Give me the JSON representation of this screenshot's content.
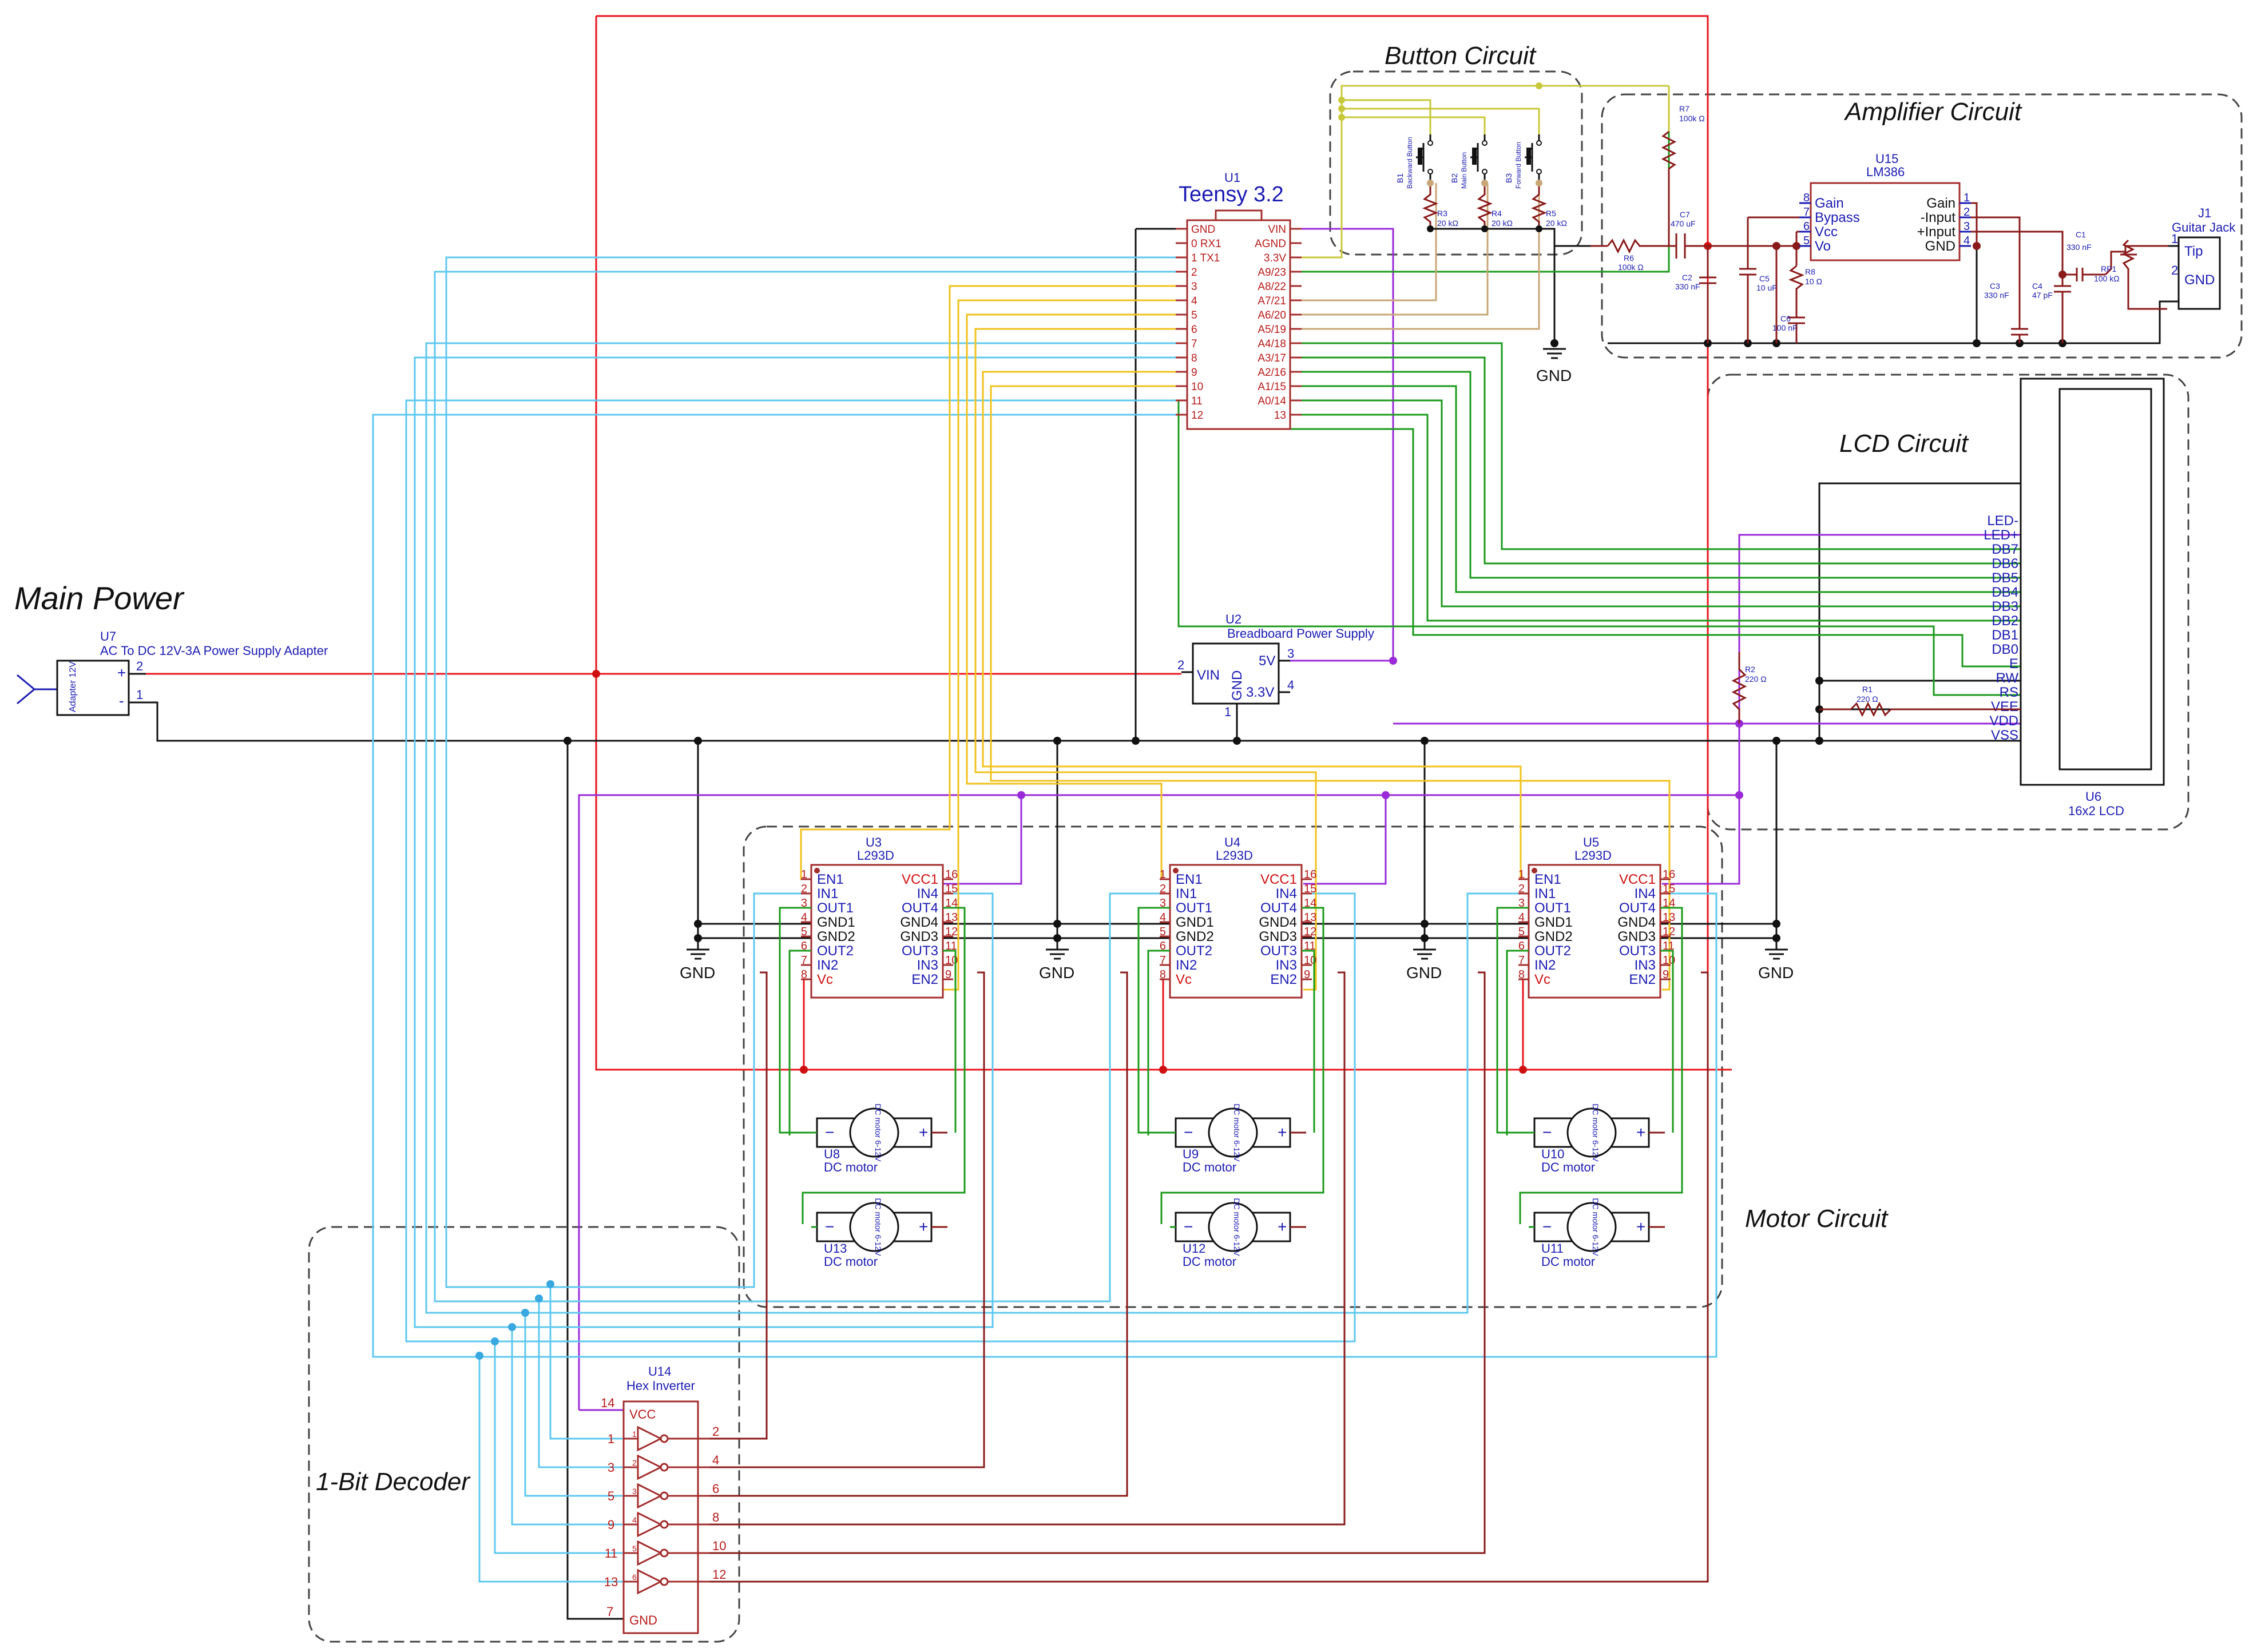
{
  "sections": {
    "main_power": "Main Power",
    "button_circuit": "Button Circuit",
    "amplifier_circuit": "Amplifier Circuit",
    "lcd_circuit": "LCD Circuit",
    "motor_circuit": "Motor Circuit",
    "decoder": "1-Bit Decoder"
  },
  "u7": {
    "ref": "U7",
    "name": "AC To DC 12V-3A Power Supply Adapter",
    "inner": "Adapter 12V",
    "plus": "+",
    "minus": "-",
    "p2": "2",
    "p1": "1"
  },
  "u1": {
    "ref": "U1",
    "name": "Teensy 3.2",
    "left": [
      "GND",
      "0 RX1",
      "1 TX1",
      "2",
      "3",
      "4",
      "5",
      "6",
      "7",
      "8",
      "9",
      "10",
      "11",
      "12"
    ],
    "right": [
      "VIN",
      "AGND",
      "3.3V",
      "A9/23",
      "A8/22",
      "A7/21",
      "A6/20",
      "A5/19",
      "A4/18",
      "A3/17",
      "A2/16",
      "A1/15",
      "A0/14",
      "13"
    ]
  },
  "u2": {
    "ref": "U2",
    "name": "Breadboard Power Supply",
    "vin": "VIN",
    "v5": "5V",
    "v33": "3.3V",
    "gnd": "GND",
    "p1": "1",
    "p2": "2",
    "p3": "3",
    "p4": "4"
  },
  "buttons": [
    {
      "ref": "B1",
      "name": "Backward Button"
    },
    {
      "ref": "B2",
      "name": "Main Button"
    },
    {
      "ref": "B3",
      "name": "Forward Button"
    }
  ],
  "resistors": {
    "r3": [
      "R3",
      "20 kΩ"
    ],
    "r4": [
      "R4",
      "20 kΩ"
    ],
    "r5": [
      "R5",
      "20 kΩ"
    ],
    "r6": [
      "R6",
      "100k Ω"
    ],
    "r7": [
      "R7",
      "100k Ω"
    ],
    "r8": [
      "R8",
      "10 Ω"
    ],
    "r2": [
      "R2",
      "220 Ω"
    ],
    "r1": [
      "R1",
      "220 Ω"
    ],
    "rp1": [
      "RP1",
      "100 kΩ"
    ]
  },
  "caps": {
    "c7": [
      "C7",
      "470 uF"
    ],
    "c2": [
      "C2",
      "330 nF"
    ],
    "c5": [
      "C5",
      "10 uF"
    ],
    "c6": [
      "C6",
      "100 nF"
    ],
    "c3": [
      "C3",
      "330 nF"
    ],
    "c4": [
      "C4",
      "47 pF"
    ],
    "c1": [
      "C1",
      "330 nF"
    ]
  },
  "u15": {
    "ref": "U15",
    "name": "LM386",
    "left": [
      [
        "8",
        "Gain"
      ],
      [
        "7",
        "Bypass"
      ],
      [
        "6",
        "Vcc"
      ],
      [
        "5",
        "Vo"
      ]
    ],
    "right": [
      [
        "1",
        "Gain"
      ],
      [
        "2",
        "-Input"
      ],
      [
        "3",
        "+Input"
      ],
      [
        "4",
        "GND"
      ]
    ]
  },
  "j1": {
    "ref": "J1",
    "name": "Guitar Jack",
    "tip": "Tip",
    "gnd": "GND",
    "p1": "1",
    "p2": "2"
  },
  "u6": {
    "ref": "U6",
    "name": "16x2 LCD",
    "pins": [
      "LED-",
      "LED+",
      "DB7",
      "DB6",
      "DB5",
      "DB4",
      "DB3",
      "DB2",
      "DB1",
      "DB0",
      "E",
      "RW",
      "RS",
      "VEE",
      "VDD",
      "VSS"
    ]
  },
  "l293": {
    "units": [
      {
        "ref": "U3",
        "name": "L293D"
      },
      {
        "ref": "U4",
        "name": "L293D"
      },
      {
        "ref": "U5",
        "name": "L293D"
      }
    ],
    "left": [
      [
        "1",
        "EN1"
      ],
      [
        "2",
        "IN1"
      ],
      [
        "3",
        "OUT1"
      ],
      [
        "4",
        "GND1"
      ],
      [
        "5",
        "GND2"
      ],
      [
        "6",
        "OUT2"
      ],
      [
        "7",
        "IN2"
      ],
      [
        "8",
        "Vc"
      ]
    ],
    "right": [
      [
        "16",
        "VCC1"
      ],
      [
        "15",
        "IN4"
      ],
      [
        "14",
        "OUT4"
      ],
      [
        "13",
        "GND4"
      ],
      [
        "12",
        "GND3"
      ],
      [
        "11",
        "OUT3"
      ],
      [
        "10",
        "IN3"
      ],
      [
        "9",
        "EN2"
      ]
    ]
  },
  "motors": [
    {
      "ref": "U8",
      "name": "DC motor"
    },
    {
      "ref": "U9",
      "name": "DC motor"
    },
    {
      "ref": "U10",
      "name": "DC motor"
    },
    {
      "ref": "U13",
      "name": "DC motor"
    },
    {
      "ref": "U12",
      "name": "DC motor"
    },
    {
      "ref": "U11",
      "name": "DC motor"
    }
  ],
  "motor_inner": "DC motor 6-12V",
  "motor_minus": "−",
  "motor_plus": "+",
  "u14": {
    "ref": "U14",
    "name": "Hex Inverter",
    "vcc": "VCC",
    "gnd": "GND",
    "p14": "14",
    "p7": "7",
    "inputs": [
      "1",
      "3",
      "5",
      "9",
      "11",
      "13"
    ],
    "outputs": [
      "2",
      "4",
      "6",
      "8",
      "10",
      "12"
    ],
    "inner": [
      "1",
      "2",
      "3",
      "4",
      "5",
      "6"
    ]
  },
  "gnd_label": "GND",
  "colors": {
    "red": "#e8141c",
    "black": "#111111",
    "blue": "#5ec8f0",
    "yellow": "#f2c21c",
    "green": "#1a9a1a",
    "purple": "#9a2ad8",
    "olive": "#c8c83a",
    "tan": "#c8a676",
    "maroon": "#8a1a1a"
  }
}
